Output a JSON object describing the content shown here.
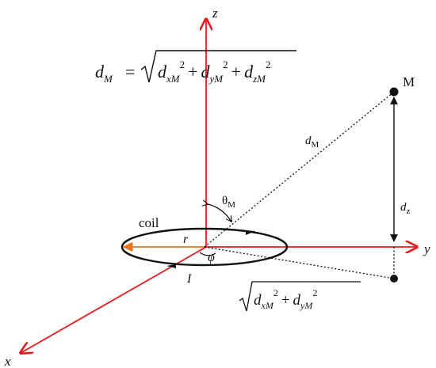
{
  "axes": {
    "x": "x",
    "y": "y",
    "z": "z"
  },
  "labels": {
    "coil": "coil",
    "radius": "r",
    "current": "I",
    "phi": "φ",
    "theta": "θ",
    "theta_sub": "M",
    "point_M": "M",
    "dM": "d",
    "dM_sub": "M",
    "dz": "d",
    "dz_sub": "z"
  },
  "formula_dM": {
    "lhs": "d",
    "lhs_sub": "M",
    "equals": "=",
    "d": "d",
    "sub_x": "xM",
    "sub_y": "yM",
    "sub_z": "zM",
    "exp": "2",
    "plus": "+"
  },
  "formula_dxy": {
    "d": "d",
    "sub_x": "xM",
    "sub_y": "yM",
    "exp": "2",
    "plus": "+"
  },
  "colors": {
    "axis": "#e8191b",
    "radius": "#e8751a",
    "ink": "#111111"
  }
}
